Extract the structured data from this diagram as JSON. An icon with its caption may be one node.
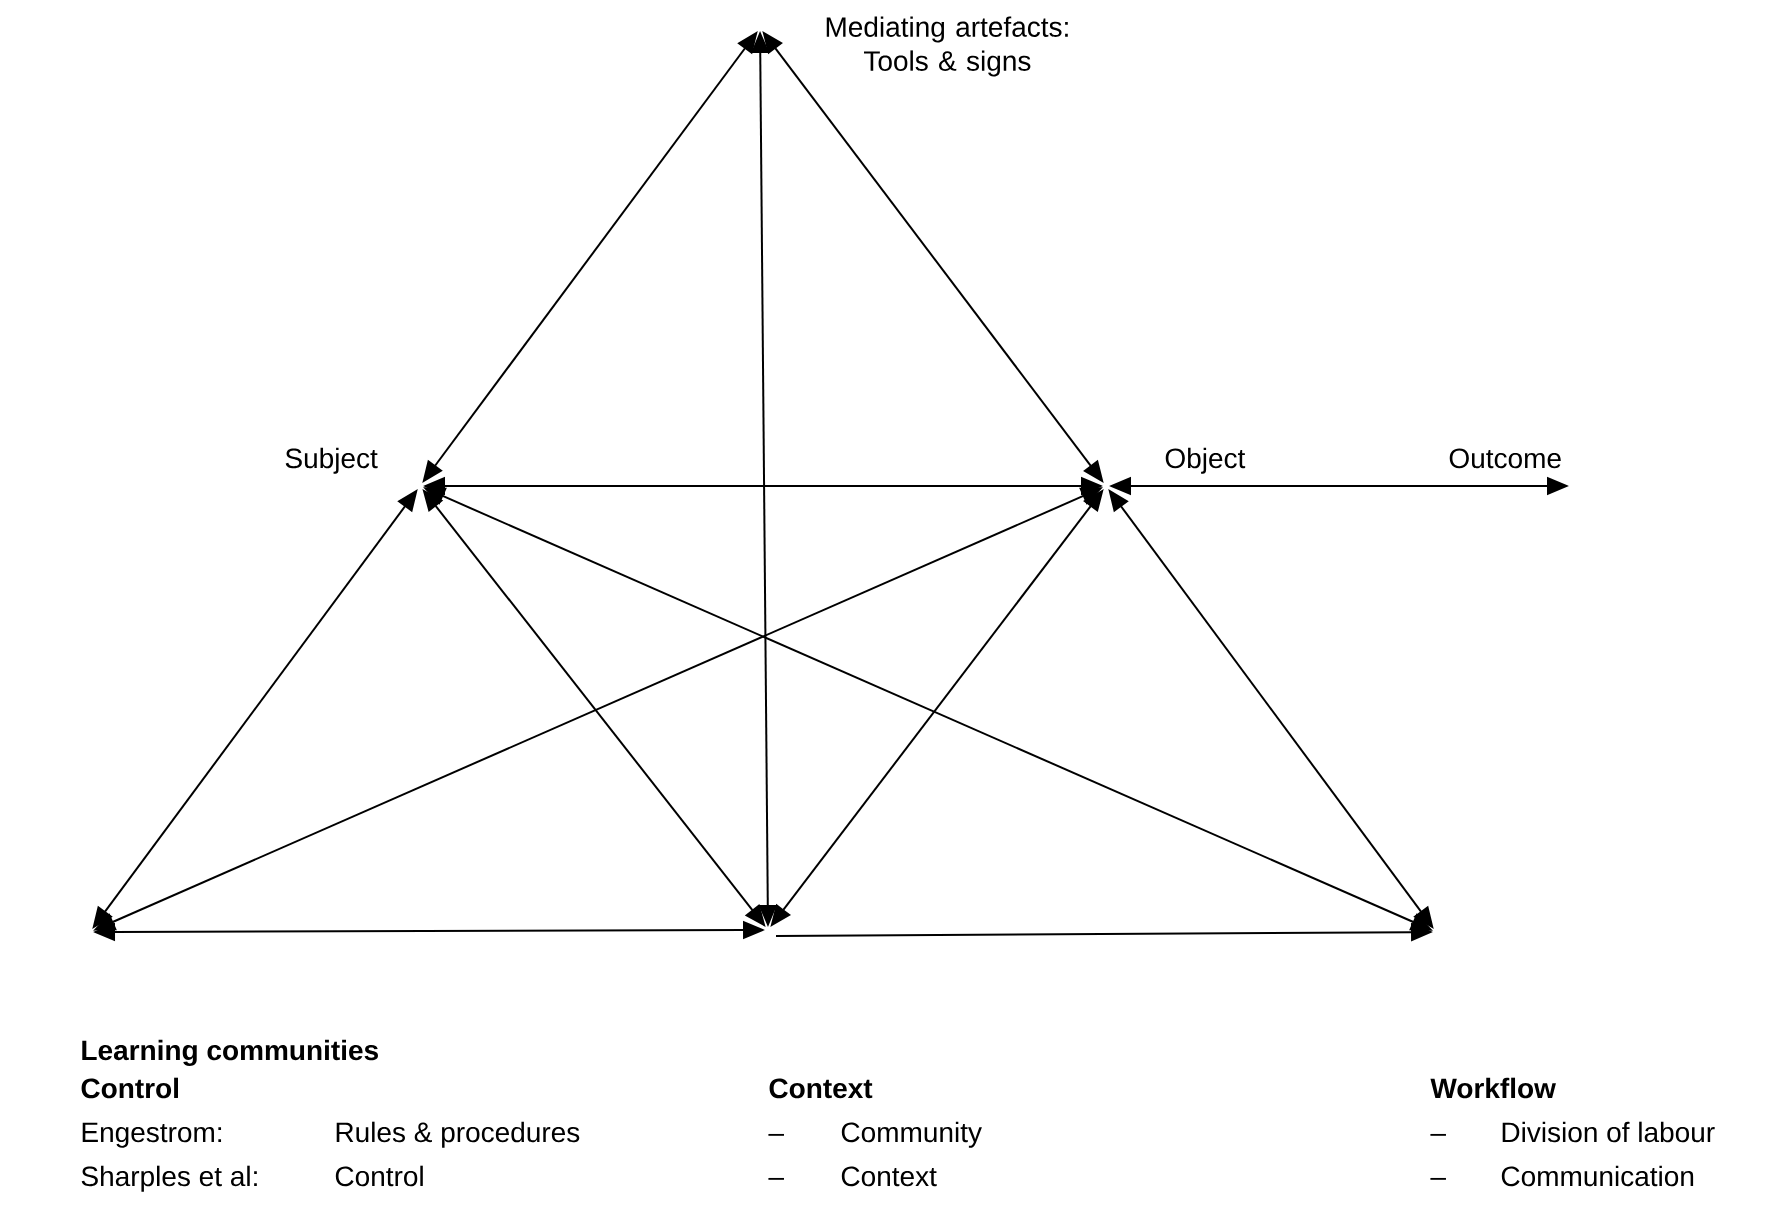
{
  "diagram": {
    "nodes": [
      {
        "text": [
          "Mediating artefacts: Tools & signs"
        ]
      },
      {
        "text": [
          "Subject"
        ]
      },
      {
        "text": [
          "Object"
        ]
      },
      {
        "text": [
          "Outcome"
        ]
      },
      {
        "text": [
          "Learning communities",
          "Control"
        ]
      },
      {
        "text": [
          "Context"
        ]
      },
      {
        "text": [
          "Workflow"
        ]
      }
    ],
    "edges": [
      {
        "from": 1,
        "to": 0,
        "arrow": "both"
      },
      {
        "from": 0,
        "to": 2,
        "arrow": "both"
      },
      {
        "from": 5,
        "to": 0,
        "arrow": "both"
      },
      {
        "from": 1,
        "to": 2,
        "arrow": "both"
      },
      {
        "from": 2,
        "to": 3,
        "arrow": "both"
      },
      {
        "from": 1,
        "to": 4,
        "arrow": "both"
      },
      {
        "from": 1,
        "to": 5,
        "arrow": "both"
      },
      {
        "from": 1,
        "to": 6,
        "arrow": "both"
      },
      {
        "from": 2,
        "to": 4,
        "arrow": "both"
      },
      {
        "from": 2,
        "to": 5,
        "arrow": "both"
      },
      {
        "from": 2,
        "to": 6,
        "arrow": "both"
      },
      {
        "from": 4,
        "to": 5,
        "arrow": "both"
      },
      {
        "from": 5,
        "to": 6,
        "arrow": "to"
      }
    ],
    "labels": [
      "Engestrom:",
      "Rules & procedures",
      "–",
      "Community",
      "–",
      "Division of labour",
      "Sharples et al:",
      "Control",
      "–",
      "Context",
      "–",
      "Communication"
    ]
  }
}
